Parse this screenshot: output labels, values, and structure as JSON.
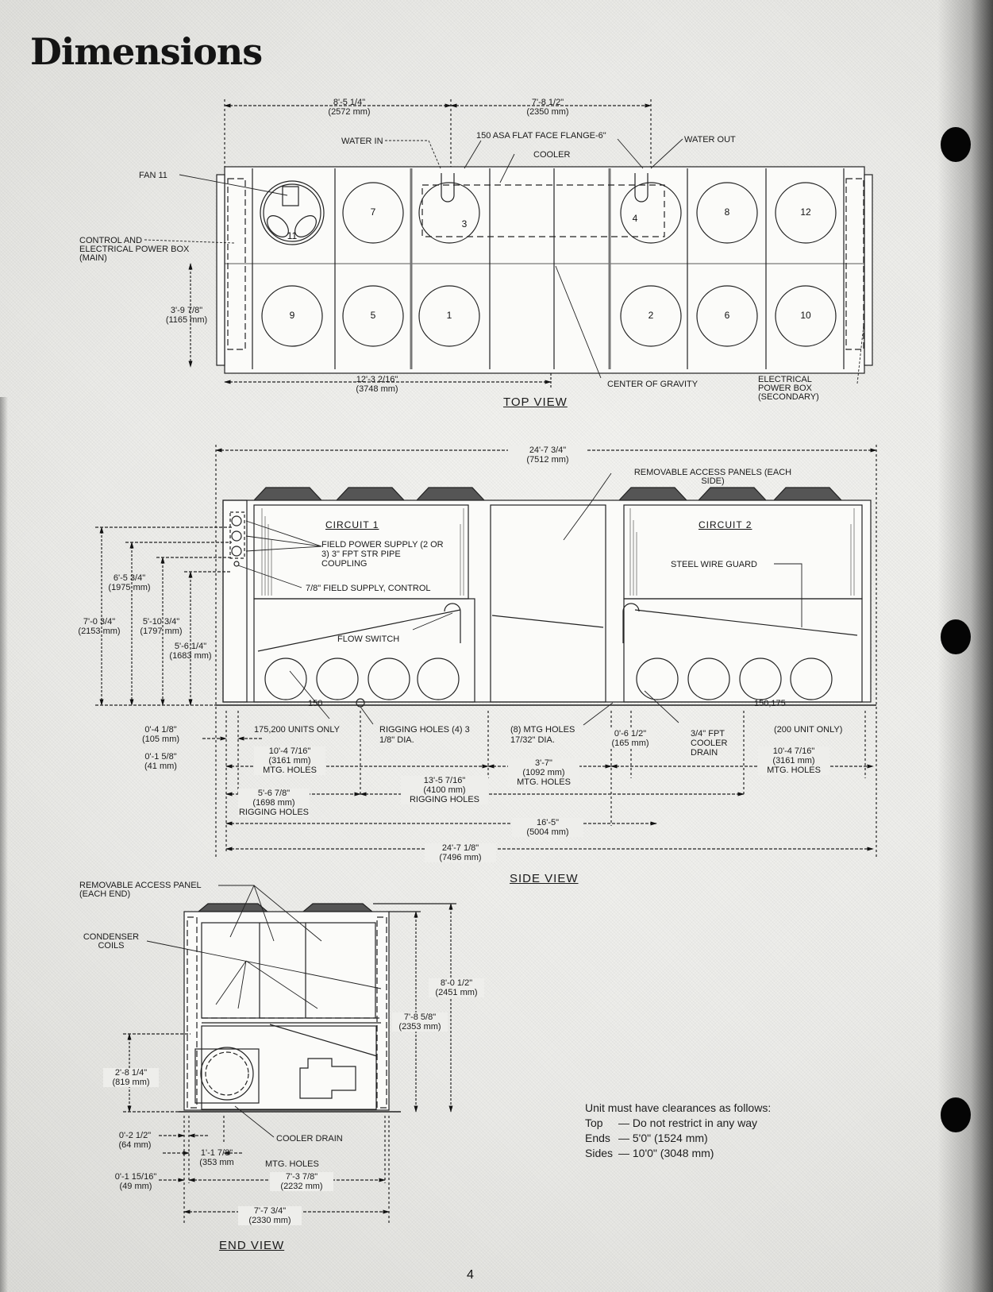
{
  "page": {
    "title": "Dimensions",
    "page_number": "4"
  },
  "top_view": {
    "title": "TOP VIEW",
    "dims": {
      "left_span": {
        "imperial": "8'-5 1/4\"",
        "metric": "(2572 mm)"
      },
      "right_span": {
        "imperial": "7'-8 1/2\"",
        "metric": "(2350 mm)"
      },
      "depth": {
        "imperial": "3'-9 7/8\"",
        "metric": "(1165 mm)"
      },
      "cog": {
        "imperial": "12'-3 2/16\"",
        "metric": "(3748 mm)"
      }
    },
    "labels": {
      "fan": "FAN 11",
      "water_in": "WATER IN",
      "flange": "150 ASA FLAT FACE FLANGE-6\"",
      "cooler": "COOLER",
      "water_out": "WATER OUT",
      "control_box": "CONTROL AND ELECTRICAL POWER BOX (MAIN)",
      "center_of_gravity": "CENTER OF GRAVITY",
      "secondary_box": "ELECTRICAL POWER BOX (SECONDARY)"
    },
    "fans_top_row": [
      "11",
      "7",
      "3",
      "4",
      "8",
      "12"
    ],
    "fans_bottom_row": [
      "9",
      "5",
      "1",
      "2",
      "6",
      "10"
    ]
  },
  "side_view": {
    "title": "SIDE VIEW",
    "overall_top": {
      "imperial": "24'-7 3/4\"",
      "metric": "(7512 mm)"
    },
    "overall_bottom": {
      "imperial": "24'-7 1/8\"",
      "metric": "(7496 mm)"
    },
    "labels": {
      "access_panels": "REMOVABLE ACCESS PANELS (EACH SIDE)",
      "circuit1": "CIRCUIT 1",
      "circuit2": "CIRCUIT 2",
      "field_power": "FIELD POWER SUPPLY (2 OR 3) 3\" FPT STR PIPE COUPLING",
      "field_control": "7/8\" FIELD SUPPLY, CONTROL",
      "flow_switch": "FLOW SWITCH",
      "steel_guard": "STEEL WIRE GUARD",
      "comp_150": "150",
      "comp_150_175": "150,175",
      "units_175_200": "175,200 UNITS ONLY",
      "rigging_holes": "RIGGING HOLES (4) 3 1/8\" DIA.",
      "mtg_holes_8": "(8) MTG HOLES 17/32\" DIA.",
      "cooler_drain": "3/4\" FPT COOLER DRAIN",
      "unit_200": "(200 UNIT ONLY)"
    },
    "heights": [
      {
        "imperial": "6'-5 3/4\"",
        "metric": "(1975 mm)"
      },
      {
        "imperial": "7'-0 3/4\"",
        "metric": "(2153 mm)"
      },
      {
        "imperial": "5'-10 3/4\"",
        "metric": "(1797 mm)"
      },
      {
        "imperial": "5'-6 1/4\"",
        "metric": "(1683 mm)"
      }
    ],
    "bottom_dims": {
      "offset1": {
        "imperial": "0'-4 1/8\"",
        "metric": "(105 mm)"
      },
      "offset2": {
        "imperial": "0'-1 5/8\"",
        "metric": "(41 mm)"
      },
      "mtg_left": {
        "imperial": "10'-4 7/16\"",
        "metric": "(3161 mm)",
        "note": "MTG. HOLES"
      },
      "mtg_mid": {
        "imperial": "3'-7\"",
        "metric": "(1092 mm)",
        "note": "MTG. HOLES"
      },
      "mtg_right": {
        "imperial": "10'-4 7/16\"",
        "metric": "(3161 mm)",
        "note": "MTG. HOLES"
      },
      "drain_height": {
        "imperial": "0'-6 1/2\"",
        "metric": "(165 mm)"
      },
      "rig_left": {
        "imperial": "5'-6 7/8\"",
        "metric": "(1698 mm)",
        "note": "RIGGING HOLES"
      },
      "rig_mid": {
        "imperial": "13'-5 7/16\"",
        "metric": "(4100 mm)",
        "note": "RIGGING HOLES"
      },
      "cog_len": {
        "imperial": "16'-5\"",
        "metric": "(5004 mm)"
      }
    }
  },
  "end_view": {
    "title": "END VIEW",
    "labels": {
      "access_panel": "REMOVABLE ACCESS PANEL (EACH END)",
      "condenser": "CONDENSER COILS",
      "cooler_drain": "COOLER DRAIN",
      "mtg_holes": "MTG. HOLES"
    },
    "dims": {
      "overall_height": {
        "imperial": "8'-0 1/2\"",
        "metric": "(2451 mm)"
      },
      "body_height": {
        "imperial": "7'-8 5/8\"",
        "metric": "(2353 mm)"
      },
      "cooler_center": {
        "imperial": "2'-8 1/4\"",
        "metric": "(819 mm)"
      },
      "offset_a": {
        "imperial": "0'-2 1/2\"",
        "metric": "(64 mm)"
      },
      "drain_offset": {
        "imperial": "1'-1 7/8\"",
        "metric": "(353 mm"
      },
      "offset_b": {
        "imperial": "0'-1 15/16\"",
        "metric": "(49 mm)"
      },
      "mtg_width": {
        "imperial": "7'-3 7/8\"",
        "metric": "(2232 mm)"
      },
      "overall_width": {
        "imperial": "7'-7 3/4\"",
        "metric": "(2330 mm)"
      }
    }
  },
  "clearances": {
    "heading": "Unit must have clearances as follows:",
    "rows": [
      {
        "key": "Top",
        "value": "— Do not restrict in any way"
      },
      {
        "key": "Ends",
        "value": "— 5'0\"  (1524 mm)"
      },
      {
        "key": "Sides",
        "value": "— 10'0\"  (3048 mm)"
      }
    ]
  }
}
